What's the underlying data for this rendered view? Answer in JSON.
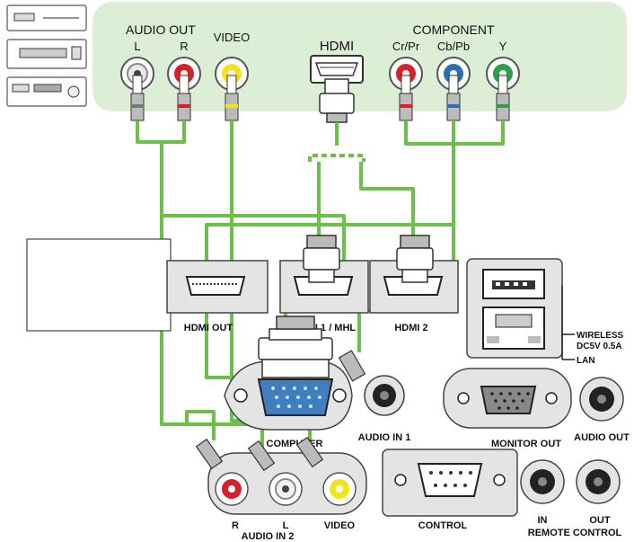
{
  "source_panel": {
    "audio_out_title": "AUDIO OUT",
    "audio_l": "L",
    "audio_r": "R",
    "video": "VIDEO",
    "hdmi": "HDMI",
    "component_title": "COMPONENT",
    "cr_pr": "Cr/Pr",
    "cb_pb": "Cb/Pb",
    "y": "Y"
  },
  "projector_panel": {
    "hdmi_out": "HDMI OUT",
    "hdmi1_mhl": "HDMI 1 / MHL",
    "hdmi2": "HDMI 2",
    "wireless": "WIRELESS",
    "dc5v": "DC5V 0.5A",
    "lan": "LAN",
    "computer": "COMPUTER",
    "audio_in1": "AUDIO IN 1",
    "monitor_out": "MONITOR OUT",
    "audio_out": "AUDIO OUT",
    "ain2_r": "R",
    "ain2_l": "L",
    "ain2_video": "VIDEO",
    "audio_in2": "AUDIO IN 2",
    "control": "CONTROL",
    "remote_in": "IN",
    "remote_out": "OUT",
    "remote_control": "REMOTE CONTROL"
  },
  "colors": {
    "panel_bg": "#dcefd6",
    "cable": "#6cc04a",
    "red": "#d8202a",
    "white": "#f2f2f2",
    "yellow": "#f2e31b",
    "blue": "#2a6fb5",
    "green": "#2e9e48",
    "port_blue": "#3f7fbf"
  }
}
